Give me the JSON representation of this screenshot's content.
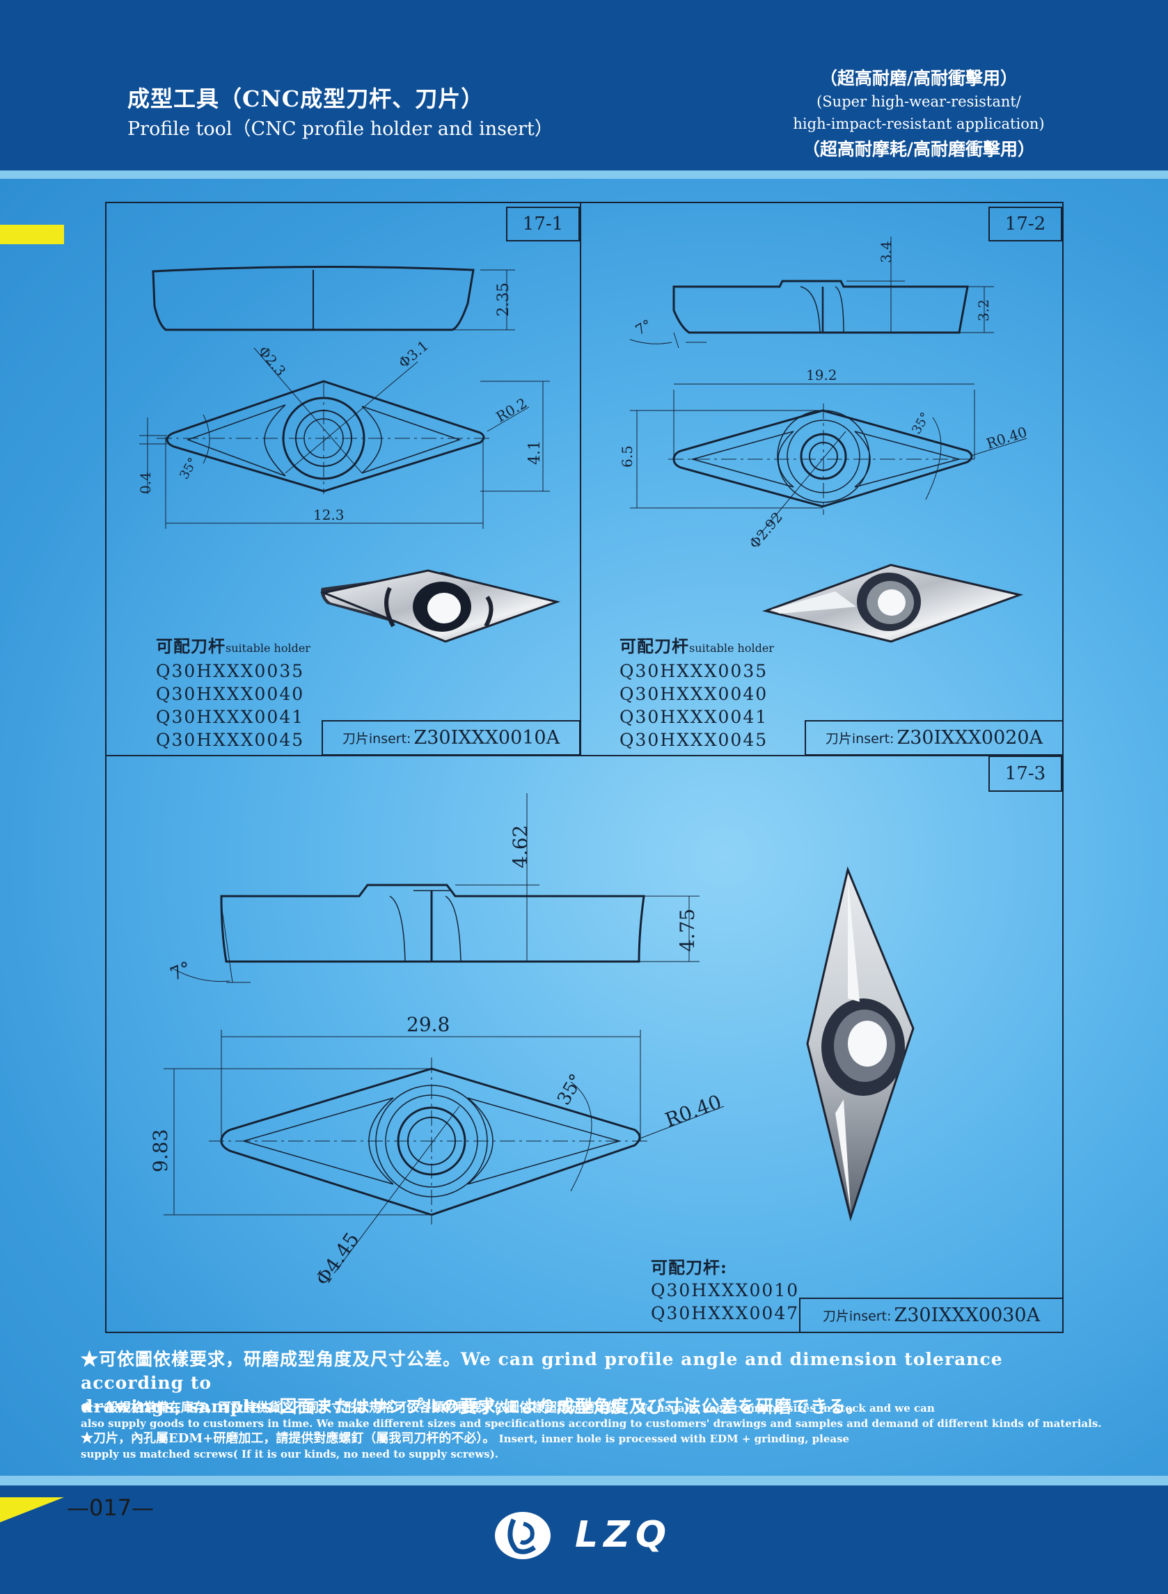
{
  "header": {
    "title_cn": "成型工具（CNC成型刀杆、刀片）",
    "title_en": "Profile tool（CNC profile holder and insert）",
    "application": {
      "line1": "（超高耐磨/高耐衝擊用）",
      "line2": "(Super high-wear-resistant/",
      "line3": "high-impact-resistant application)",
      "line4": "（超高耐摩耗/高耐磨衝擊用）"
    }
  },
  "panels": [
    {
      "label": "17-1",
      "dims": {
        "d1": "2.35",
        "d2": "Φ2.3",
        "d3": "Φ3.1",
        "d4": "R0.2",
        "d5": "4.1",
        "d6": "0.4",
        "d7": "35°",
        "d8": "12.3"
      },
      "holder_title": "可配刀杆",
      "holder_title_en": "suitable holder",
      "holders": [
        "Q30HXXX0035",
        "Q30HXXX0040",
        "Q30HXXX0041",
        "Q30HXXX0045"
      ],
      "insert_prefix": "刀片insert:",
      "insert_code": "Z30IXXX0010A"
    },
    {
      "label": "17-2",
      "dims": {
        "d1": "3.4",
        "d2": "3.2",
        "d3": "7°",
        "d4": "19.2",
        "d5": "6.5",
        "d6": "35°",
        "d7": "R0.40",
        "d8": "Φ2.92"
      },
      "holder_title": "可配刀杆",
      "holder_title_en": "suitable holder",
      "holders": [
        "Q30HXXX0035",
        "Q30HXXX0040",
        "Q30HXXX0041",
        "Q30HXXX0045"
      ],
      "insert_prefix": "刀片insert:",
      "insert_code": "Z30IXXX0020A"
    },
    {
      "label": "17-3",
      "dims": {
        "d1": "4.62",
        "d2": "4.75",
        "d3": "7°",
        "d4": "29.8",
        "d5": "9.83",
        "d6": "35°",
        "d7": "R0.40",
        "d8": "Φ4.45"
      },
      "holder_title": "可配刀杆:",
      "holders": [
        "Q30HXXX0010",
        "Q30HXXX0047"
      ],
      "insert_prefix": "刀片insert:",
      "insert_code": "Z30IXXX0030A"
    }
  ],
  "notes": {
    "line1": "★可依圖依樣要求，研磨成型角度及尺寸公差。We can grind profile angle and dimension tolerance according to",
    "line2": "drawings, samples.図面またはサンプルの要求,により成型角度及び寸法公差を研磨できる。",
    "line3a": "★一般規格常備在庫存，可及時供貨，不同尺寸形狀規格可依各類材種要求依圖依樣超精研磨定做。",
    "line3b": "We usually keep common sizes in stock and we can",
    "line4": "also supply goods to customers in time. We make different sizes and specifications according to customers' drawings and samples and demand of different kinds of materials.",
    "line5a": "★刀片，內孔屬EDM+研磨加工，請提供對應螺釘（屬我司刀杆的不必）。",
    "line5b": "Insert, inner hole is processed with EDM + grinding, please",
    "line6": "supply us matched screws( If it is our kinds, no need to supply screws)."
  },
  "footer": {
    "page_number": "—017—",
    "brand": "LZQ"
  }
}
